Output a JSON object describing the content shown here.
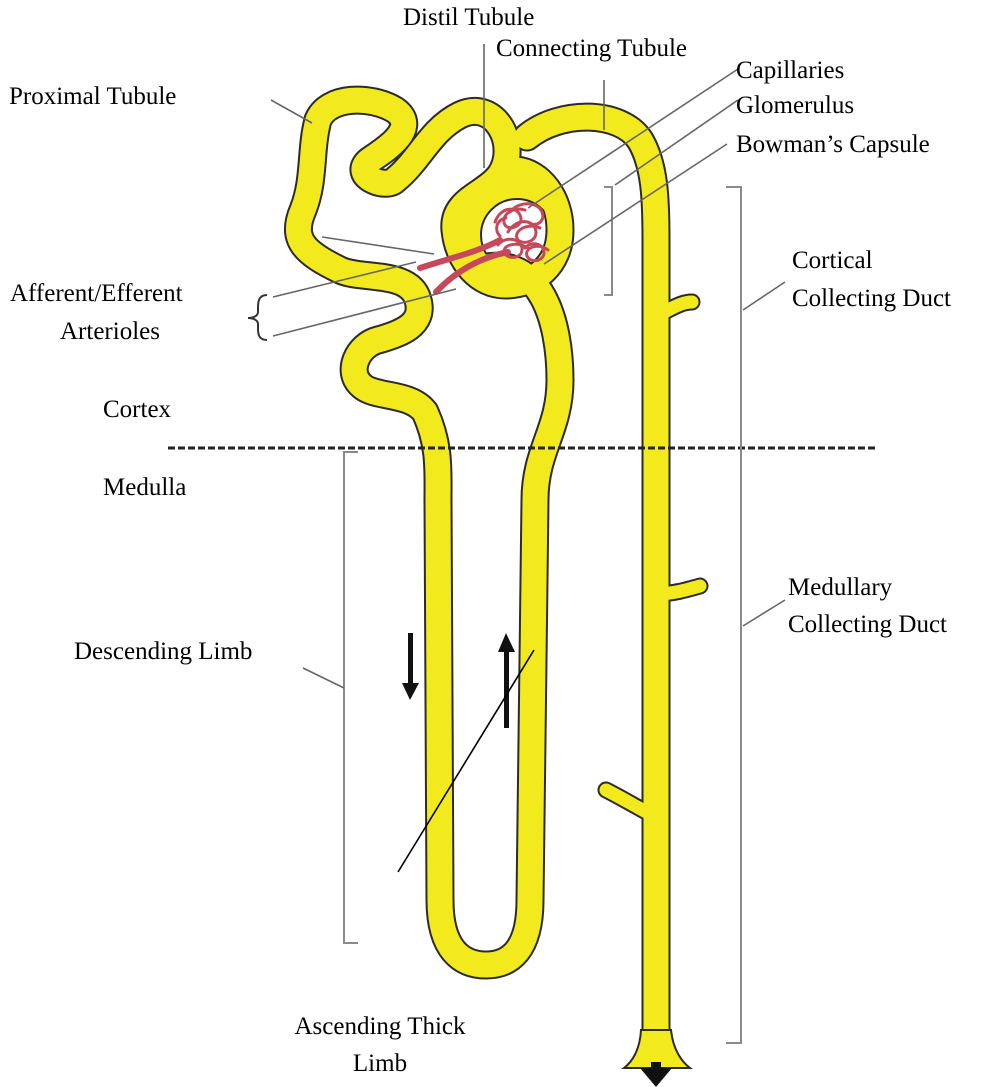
{
  "colors": {
    "tubule_fill": "#f2ea1c",
    "tubule_outline": "#2b2b2b",
    "vessel": "#c8485b",
    "leader_line": "#666666",
    "bracket": "#8a8a8a",
    "divider": "#222222",
    "arrow": "#111111"
  },
  "labels": {
    "distil_tubule": "Distil Tubule",
    "connecting_tubule": "Connecting Tubule",
    "capillaries": "Capillaries",
    "glomerulus": "Glomerulus",
    "bowmans_capsule": "Bowman’s Capsule",
    "proximal_tubule": "Proximal Tubule",
    "afferent_efferent": "Afferent/Efferent",
    "arterioles": "Arterioles",
    "cortical_line1": "Cortical",
    "cortical_line2": "Collecting Duct",
    "cortex": "Cortex",
    "medulla": "Medulla",
    "medullary_line1": "Medullary",
    "medullary_line2": "Collecting Duct",
    "descending_limb": "Descending Limb",
    "ascending_line1": "Ascending Thick",
    "ascending_line2": "Limb"
  },
  "flow_arrows": [
    "down",
    "up",
    "down"
  ],
  "divider_style": "dashed"
}
